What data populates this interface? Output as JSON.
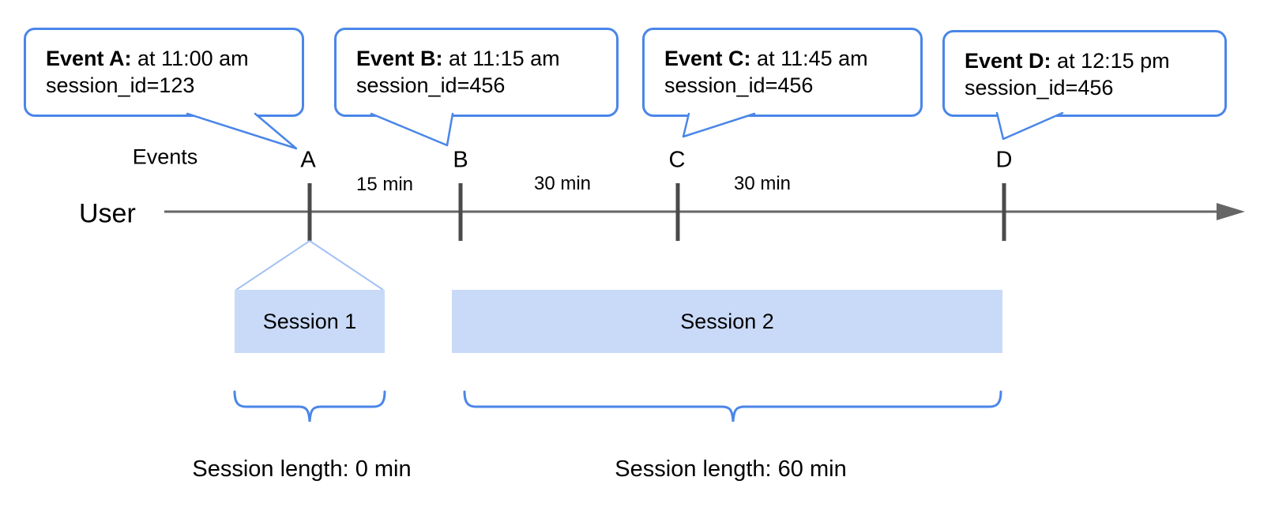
{
  "diagram": {
    "axis": {
      "events_label": "Events",
      "user_label": "User"
    },
    "events": [
      {
        "label": "A",
        "callout_title": "Event A:",
        "callout_time": "at 11:00 am",
        "callout_session": "session_id=123"
      },
      {
        "label": "B",
        "callout_title": "Event B:",
        "callout_time": "at 11:15 am",
        "callout_session": "session_id=456"
      },
      {
        "label": "C",
        "callout_title": "Event C:",
        "callout_time": "at 11:45 am",
        "callout_session": "session_id=456"
      },
      {
        "label": "D",
        "callout_title": "Event D:",
        "callout_time": "at 12:15 pm",
        "callout_session": "session_id=456"
      }
    ],
    "intervals": [
      {
        "label": "15 min"
      },
      {
        "label": "30 min"
      },
      {
        "label": "30 min"
      }
    ],
    "sessions": [
      {
        "label": "Session 1",
        "length_label": "Session length: 0 min"
      },
      {
        "label": "Session 2",
        "length_label": "Session length: 60 min"
      }
    ],
    "colors": {
      "callout_border": "#4a86e8",
      "session_fill": "#c9daf8",
      "funnel_line": "#a4c2f4",
      "brace": "#4a86e8",
      "timeline": "#666666",
      "tick": "#4a4a4a",
      "text": "#000000"
    }
  }
}
